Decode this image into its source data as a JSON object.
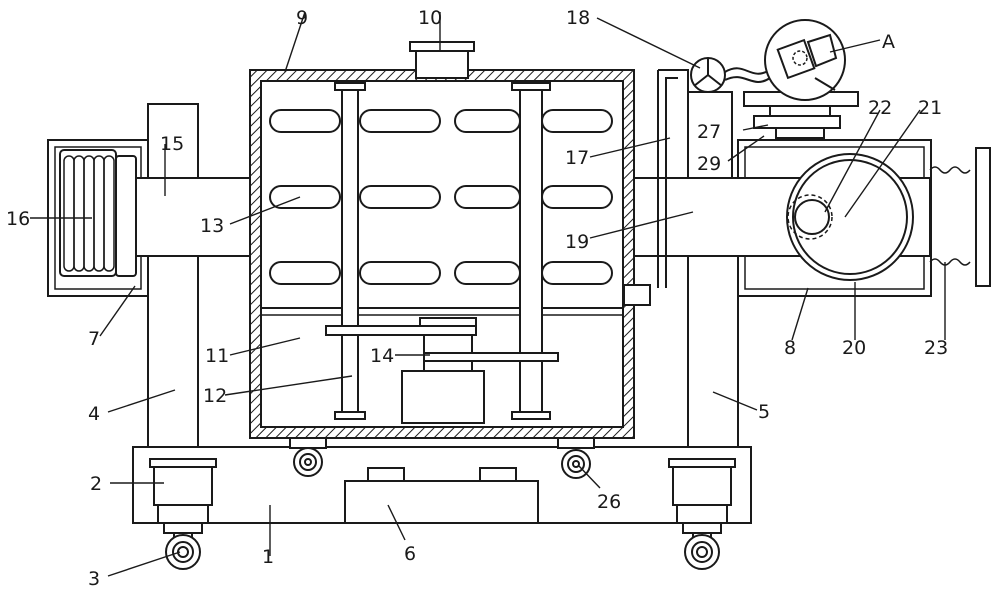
{
  "labels": {
    "l1": "1",
    "l2": "2",
    "l3": "3",
    "l4": "4",
    "l5": "5",
    "l6": "6",
    "l7": "7",
    "l8": "8",
    "l9": "9",
    "l10": "10",
    "l11": "11",
    "l12": "12",
    "l13": "13",
    "l14": "14",
    "l15": "15",
    "l16": "16",
    "l17": "17",
    "l18": "18",
    "l19": "19",
    "l20": "20",
    "l21": "21",
    "l22": "22",
    "l23": "23",
    "l26": "26",
    "l27": "27",
    "l29": "29",
    "lA": "A"
  }
}
